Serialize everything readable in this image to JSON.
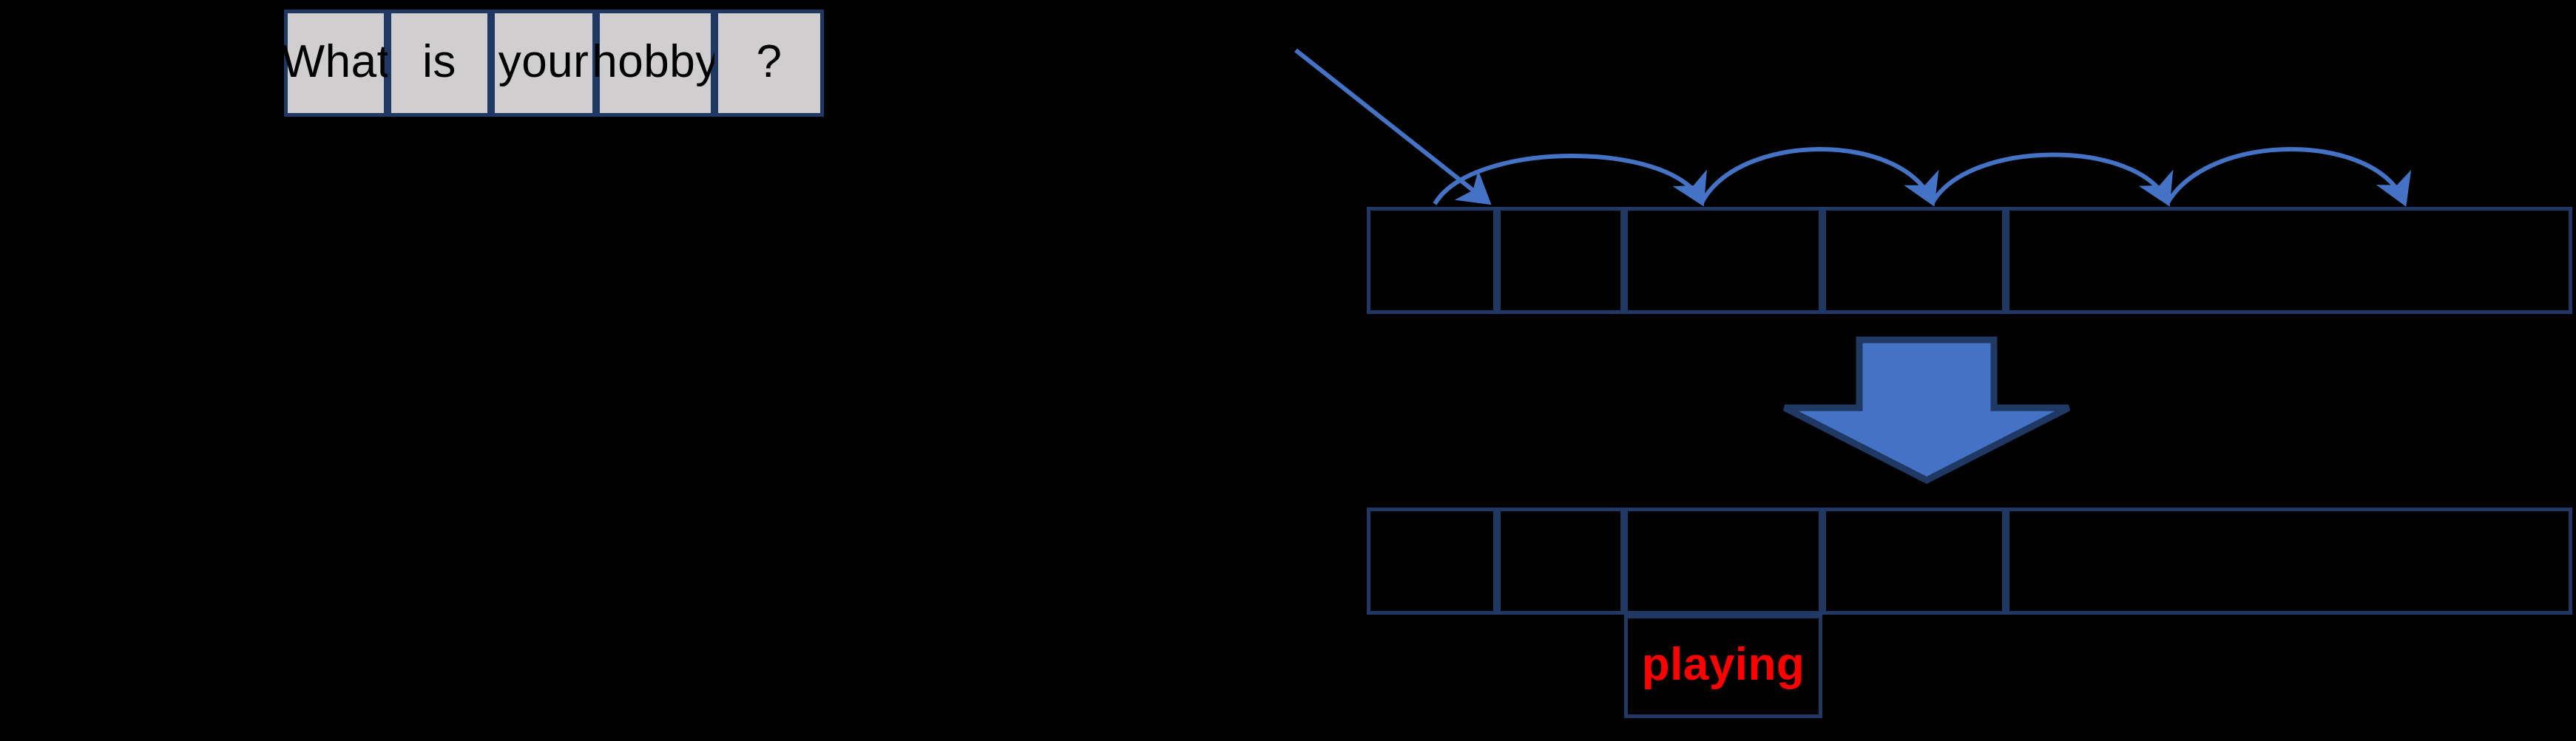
{
  "diagram": {
    "title": "Sequence decoding diagram",
    "colors": {
      "background": "#000000",
      "cell_border": "#1F3864",
      "source_cell_fill": "#D0CECE",
      "arrow_blue": "#4472C4",
      "answer_text": "#FF0000"
    },
    "source_row": {
      "name": "input-sentence-row",
      "tokens": [
        {
          "label": "What"
        },
        {
          "label": "is"
        },
        {
          "label": "your"
        },
        {
          "label": "hobby"
        },
        {
          "label": "?"
        }
      ]
    },
    "encoder_row": {
      "name": "encoder-states-row",
      "tokens": [
        {
          "label": ""
        },
        {
          "label": ""
        },
        {
          "label": ""
        },
        {
          "label": ""
        },
        {
          "label": ""
        }
      ]
    },
    "decoder_row": {
      "name": "decoder-states-row",
      "tokens": [
        {
          "label": ""
        },
        {
          "label": ""
        },
        {
          "label": ""
        },
        {
          "label": ""
        },
        {
          "label": ""
        }
      ]
    },
    "output_cell": {
      "name": "predicted-word-cell",
      "label": "playing"
    },
    "connectors": {
      "feed_arrow": {
        "name": "diagonal-feed-arrow",
        "label": ""
      },
      "recurrent_arrows": {
        "name": "recurrent-hop-arrow",
        "count": 5,
        "label": ""
      },
      "transition_arrow": {
        "name": "big-down-arrow",
        "label": ""
      }
    }
  }
}
